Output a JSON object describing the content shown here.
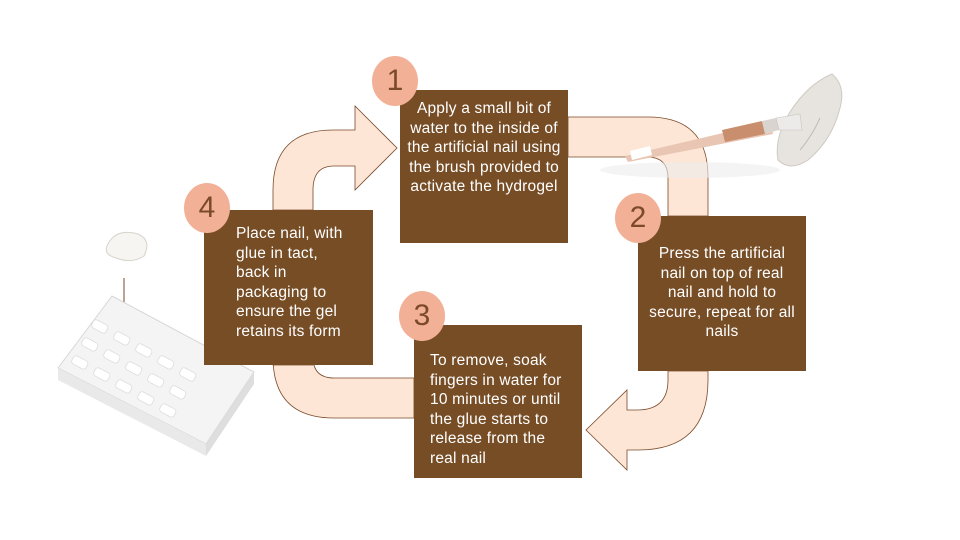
{
  "colors": {
    "box": "#774d26",
    "badge": "#f2b096",
    "badge_text": "#7a4a2a",
    "arrow_fill": "#fde6d5",
    "arrow_stroke": "#7a4a2a"
  },
  "steps": [
    {
      "number": "1",
      "text": "Apply a small bit of water to the inside of the artificial nail using the brush provided to activate the hydrogel"
    },
    {
      "number": "2",
      "text": "Press the artificial nail on top of real nail and hold to secure, repeat for all nails"
    },
    {
      "number": "3",
      "text": "To remove, soak fingers in water for 10 minutes or until the glue starts to release from the real nail"
    },
    {
      "number": "4",
      "text": "Place nail, with glue in tact, back in packaging to ensure the gel retains its form"
    }
  ],
  "illustrations": [
    "brush-and-nail-icon",
    "nail-and-tray-icon"
  ]
}
